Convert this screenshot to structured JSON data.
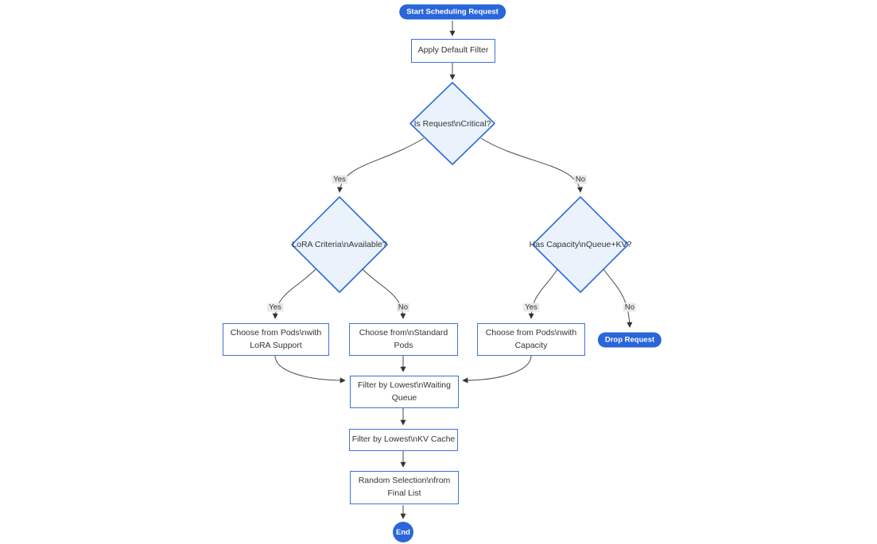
{
  "diagram": {
    "type": "flowchart",
    "direction": "top-down",
    "colors": {
      "pill_fill": "#2a66d9",
      "pill_text": "#ffffff",
      "node_border": "#3b74d8",
      "process_fill": "#ffffff",
      "decision_fill": "#eaf3fc",
      "text": "#333333",
      "edge_line": "#4a4a4a",
      "edge_label_bg": "#e8e8e8"
    },
    "nodes": {
      "start": {
        "label": "Start Scheduling Request",
        "shape": "pill"
      },
      "apply_filter": {
        "label": "Apply Default Filter",
        "shape": "process"
      },
      "is_critical": {
        "label": "Is Request\\nCritical?",
        "shape": "decision"
      },
      "lora_criteria": {
        "label": "LoRA Criteria\\nAvailable?",
        "shape": "decision"
      },
      "has_capacity": {
        "label": "Has Capacity\\nQueue+KV?",
        "shape": "decision"
      },
      "choose_lora_pods": {
        "label": "Choose from Pods\\nwith LoRA Support",
        "shape": "process"
      },
      "choose_standard_pods": {
        "label": "Choose from\\nStandard Pods",
        "shape": "process"
      },
      "choose_capacity_pods": {
        "label": "Choose from Pods\\nwith Capacity",
        "shape": "process"
      },
      "drop_request": {
        "label": "Drop Request",
        "shape": "pill"
      },
      "filter_waiting_queue": {
        "label": "Filter by Lowest\\nWaiting Queue",
        "shape": "process"
      },
      "filter_kv_cache": {
        "label": "Filter by Lowest\\nKV Cache",
        "shape": "process"
      },
      "random_selection": {
        "label": "Random Selection\\nfrom Final List",
        "shape": "process"
      },
      "end": {
        "label": "End",
        "shape": "pill"
      }
    },
    "edges": [
      {
        "from": "start",
        "to": "apply_filter",
        "label": ""
      },
      {
        "from": "apply_filter",
        "to": "is_critical",
        "label": ""
      },
      {
        "from": "is_critical",
        "to": "lora_criteria",
        "label": "Yes"
      },
      {
        "from": "is_critical",
        "to": "has_capacity",
        "label": "No"
      },
      {
        "from": "lora_criteria",
        "to": "choose_lora_pods",
        "label": "Yes"
      },
      {
        "from": "lora_criteria",
        "to": "choose_standard_pods",
        "label": "No"
      },
      {
        "from": "has_capacity",
        "to": "choose_capacity_pods",
        "label": "Yes"
      },
      {
        "from": "has_capacity",
        "to": "drop_request",
        "label": "No"
      },
      {
        "from": "choose_lora_pods",
        "to": "filter_waiting_queue",
        "label": ""
      },
      {
        "from": "choose_standard_pods",
        "to": "filter_waiting_queue",
        "label": ""
      },
      {
        "from": "choose_capacity_pods",
        "to": "filter_waiting_queue",
        "label": ""
      },
      {
        "from": "filter_waiting_queue",
        "to": "filter_kv_cache",
        "label": ""
      },
      {
        "from": "filter_kv_cache",
        "to": "random_selection",
        "label": ""
      },
      {
        "from": "random_selection",
        "to": "end",
        "label": ""
      }
    ]
  }
}
